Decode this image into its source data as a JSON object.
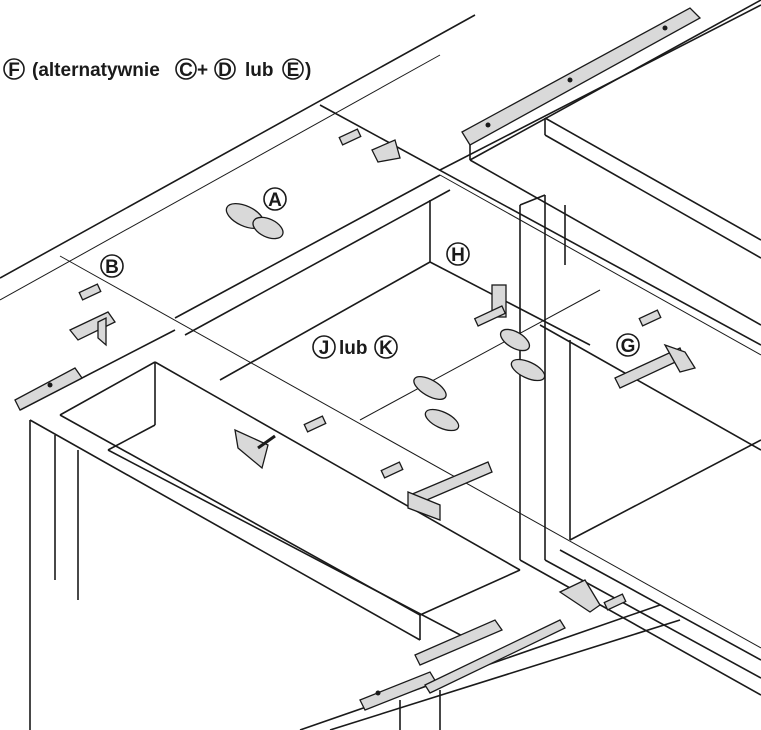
{
  "caption": {
    "f": "F",
    "text1": "(alternatywnie",
    "c": "C",
    "plus": "+",
    "d": "D",
    "lub": "lub",
    "e": "E",
    "close": ")"
  },
  "labels": {
    "a": "A",
    "b": "B",
    "h": "H",
    "j": "J",
    "lub": "lub",
    "k": "K",
    "g": "G"
  },
  "colors": {
    "line": "#1a1a1a",
    "part_fill": "#d9d9d9"
  }
}
